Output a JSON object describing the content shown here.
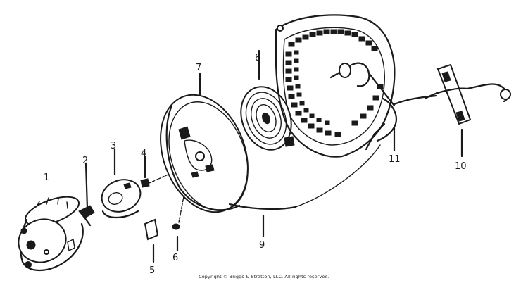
{
  "labels": {
    "p1": "1",
    "p2": "2",
    "p3": "3",
    "p4": "4",
    "p5": "5",
    "p6": "6",
    "p7": "7",
    "p8": "8",
    "p9": "9",
    "p10": "10",
    "p11": "11"
  },
  "copyright": "Copyright © Briggs & Stratton, LLC. All rights reserved."
}
